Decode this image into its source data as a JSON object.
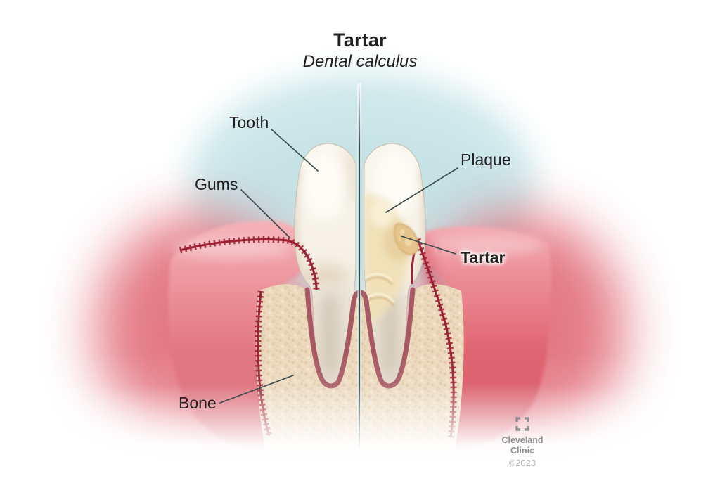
{
  "title": {
    "text": "Tartar",
    "subtitle": "Dental calculus"
  },
  "annotations": {
    "tooth": "Tooth",
    "gums": "Gums",
    "plaque": "Plaque",
    "tartar": "Tartar",
    "bone": "Bone"
  },
  "credit": {
    "org_line1": "Cleveland",
    "org_line2": "Clinic",
    "copyright": "©2023"
  },
  "palette": {
    "background": "#ffffff",
    "sky_blue": "#cfe8ea",
    "gum_pink": "#e88b94",
    "gum_deep_red": "#d4525f",
    "gum_margin_red": "#9c2034",
    "ligament_mauve": "#a4545e",
    "bone_beige": "#ecd9bd",
    "tooth_ivory": "#f7f3ea",
    "plaque_yellow": "#f0e0b6",
    "tartar_yellow": "#e6c58c",
    "divider_teal": "#2b4a48",
    "label_text": "#231f20",
    "credit_gray": "#8f8f92"
  }
}
